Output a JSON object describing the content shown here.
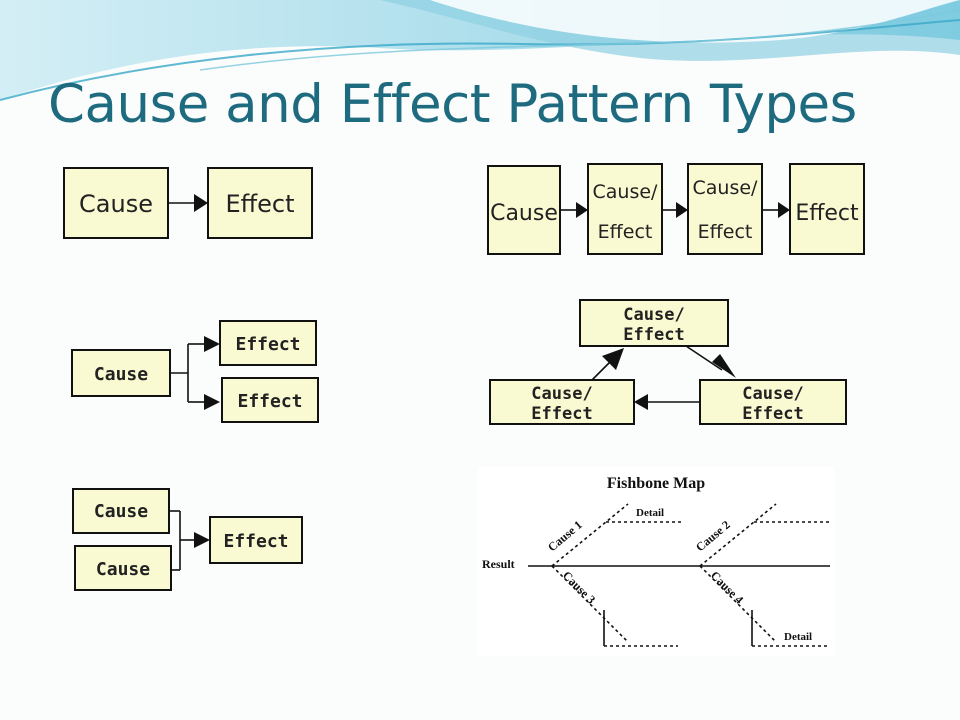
{
  "slide": {
    "title": "Cause and Effect Pattern Types"
  },
  "colors": {
    "title": "#1e6b80",
    "box_fill": "#fafad2",
    "wave_light": "#d4eef5",
    "wave_mid": "#8fd0e3",
    "wave_dark": "#3aa8c8"
  },
  "diagrams": {
    "single": {
      "cause": "Cause",
      "effect": "Effect"
    },
    "chain": {
      "cause": "Cause",
      "link1_top": "Cause/",
      "link1_bottom": "Effect",
      "link2_top": "Cause/",
      "link2_bottom": "Effect",
      "effect": "Effect"
    },
    "one_to_many": {
      "cause": "Cause",
      "effect_1": "Effect",
      "effect_2": "Effect"
    },
    "cycle": {
      "top_line1": "Cause/",
      "top_line2": "Effect",
      "left_line1": "Cause/",
      "left_line2": "Effect",
      "right_line1": "Cause/",
      "right_line2": "Effect"
    },
    "many_to_one": {
      "cause_1": "Cause",
      "cause_2": "Cause",
      "effect": "Effect"
    },
    "fishbone": {
      "title": "Fishbone Map",
      "result": "Result",
      "cause_1": "Cause 1",
      "cause_2": "Cause 2",
      "cause_3": "Cause 3",
      "cause_4": "Cause 4",
      "detail_top": "Detail",
      "detail_bottom": "Detail"
    }
  }
}
